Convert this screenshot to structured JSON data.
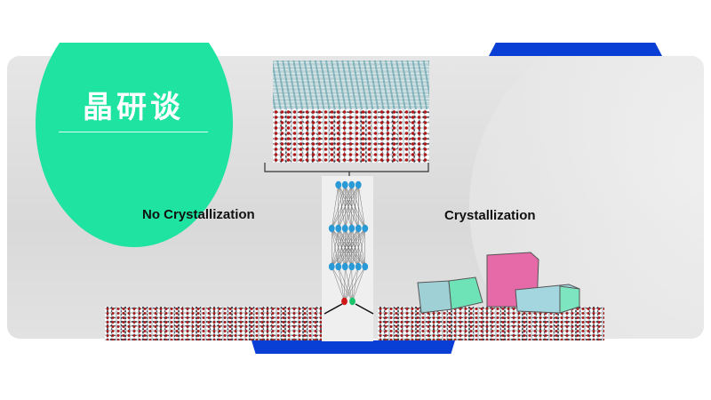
{
  "badge": {
    "title": "晶研谈",
    "color": "#1fe3a0"
  },
  "labels": {
    "left": "No Crystallization",
    "right": "Crystallization"
  },
  "accent_blue": "#0a3fd6",
  "network": {
    "layers": [
      4,
      6,
      6,
      2
    ],
    "output_colors": [
      "#d01818",
      "#19c46a"
    ],
    "node_color": "#2a9ad6"
  }
}
